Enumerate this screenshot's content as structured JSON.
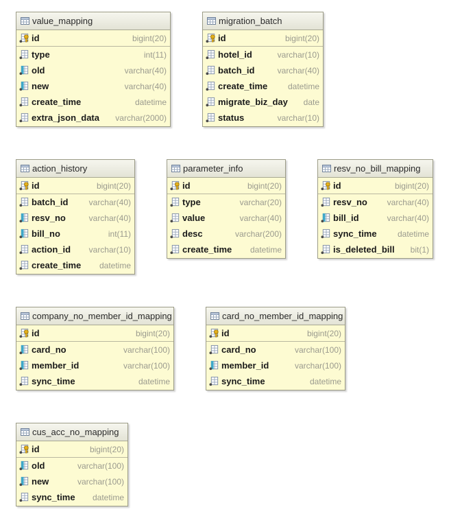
{
  "tables": [
    {
      "id": "value_mapping",
      "name": "value_mapping",
      "columns": [
        {
          "name": "id",
          "type": "bigint(20)",
          "icon": "primary-key-column-icon"
        },
        {
          "name": "type",
          "type": "int(11)",
          "icon": "column-icon"
        },
        {
          "name": "old",
          "type": "varchar(40)",
          "icon": "indexed-column-icon"
        },
        {
          "name": "new",
          "type": "varchar(40)",
          "icon": "indexed-column-icon"
        },
        {
          "name": "create_time",
          "type": "datetime",
          "icon": "column-icon"
        },
        {
          "name": "extra_json_data",
          "type": "varchar(2000)",
          "icon": "column-icon"
        }
      ]
    },
    {
      "id": "migration_batch",
      "name": "migration_batch",
      "columns": [
        {
          "name": "id",
          "type": "bigint(20)",
          "icon": "primary-key-column-icon"
        },
        {
          "name": "hotel_id",
          "type": "varchar(10)",
          "icon": "column-icon"
        },
        {
          "name": "batch_id",
          "type": "varchar(40)",
          "icon": "column-icon"
        },
        {
          "name": "create_time",
          "type": "datetime",
          "icon": "column-icon"
        },
        {
          "name": "migrate_biz_day",
          "type": "date",
          "icon": "column-icon"
        },
        {
          "name": "status",
          "type": "varchar(10)",
          "icon": "column-icon"
        }
      ]
    },
    {
      "id": "action_history",
      "name": "action_history",
      "columns": [
        {
          "name": "id",
          "type": "bigint(20)",
          "icon": "primary-key-column-icon"
        },
        {
          "name": "batch_id",
          "type": "varchar(40)",
          "icon": "column-icon"
        },
        {
          "name": "resv_no",
          "type": "varchar(40)",
          "icon": "indexed-column-icon"
        },
        {
          "name": "bill_no",
          "type": "int(11)",
          "icon": "indexed-column-icon"
        },
        {
          "name": "action_id",
          "type": "varchar(10)",
          "icon": "column-icon"
        },
        {
          "name": "create_time",
          "type": "datetime",
          "icon": "column-icon"
        }
      ]
    },
    {
      "id": "parameter_info",
      "name": "parameter_info",
      "columns": [
        {
          "name": "id",
          "type": "bigint(20)",
          "icon": "primary-key-column-icon"
        },
        {
          "name": "type",
          "type": "varchar(20)",
          "icon": "column-icon"
        },
        {
          "name": "value",
          "type": "varchar(40)",
          "icon": "column-icon"
        },
        {
          "name": "desc",
          "type": "varchar(200)",
          "icon": "column-icon"
        },
        {
          "name": "create_time",
          "type": "datetime",
          "icon": "column-icon"
        }
      ]
    },
    {
      "id": "resv_no_bill_mapping",
      "name": "resv_no_bill_mapping",
      "columns": [
        {
          "name": "id",
          "type": "bigint(20)",
          "icon": "primary-key-column-icon"
        },
        {
          "name": "resv_no",
          "type": "varchar(40)",
          "icon": "column-icon"
        },
        {
          "name": "bill_id",
          "type": "varchar(40)",
          "icon": "indexed-column-icon"
        },
        {
          "name": "sync_time",
          "type": "datetime",
          "icon": "column-icon"
        },
        {
          "name": "is_deleted_bill",
          "type": "bit(1)",
          "icon": "column-icon"
        }
      ]
    },
    {
      "id": "company_no_member_id_mapping",
      "name": "company_no_member_id_mapping",
      "columns": [
        {
          "name": "id",
          "type": "bigint(20)",
          "icon": "primary-key-column-icon"
        },
        {
          "name": "card_no",
          "type": "varchar(100)",
          "icon": "indexed-column-icon"
        },
        {
          "name": "member_id",
          "type": "varchar(100)",
          "icon": "indexed-column-icon"
        },
        {
          "name": "sync_time",
          "type": "datetime",
          "icon": "column-icon"
        }
      ]
    },
    {
      "id": "card_no_member_id_mapping",
      "name": "card_no_member_id_mapping",
      "columns": [
        {
          "name": "id",
          "type": "bigint(20)",
          "icon": "primary-key-column-icon"
        },
        {
          "name": "card_no",
          "type": "varchar(100)",
          "icon": "column-icon"
        },
        {
          "name": "member_id",
          "type": "varchar(100)",
          "icon": "indexed-column-icon"
        },
        {
          "name": "sync_time",
          "type": "datetime",
          "icon": "column-icon"
        }
      ]
    },
    {
      "id": "cus_acc_no_mapping",
      "name": "cus_acc_no_mapping",
      "columns": [
        {
          "name": "id",
          "type": "bigint(20)",
          "icon": "primary-key-column-icon"
        },
        {
          "name": "old",
          "type": "varchar(100)",
          "icon": "indexed-column-icon"
        },
        {
          "name": "new",
          "type": "varchar(100)",
          "icon": "indexed-column-icon"
        },
        {
          "name": "sync_time",
          "type": "datetime",
          "icon": "column-icon"
        }
      ]
    }
  ]
}
